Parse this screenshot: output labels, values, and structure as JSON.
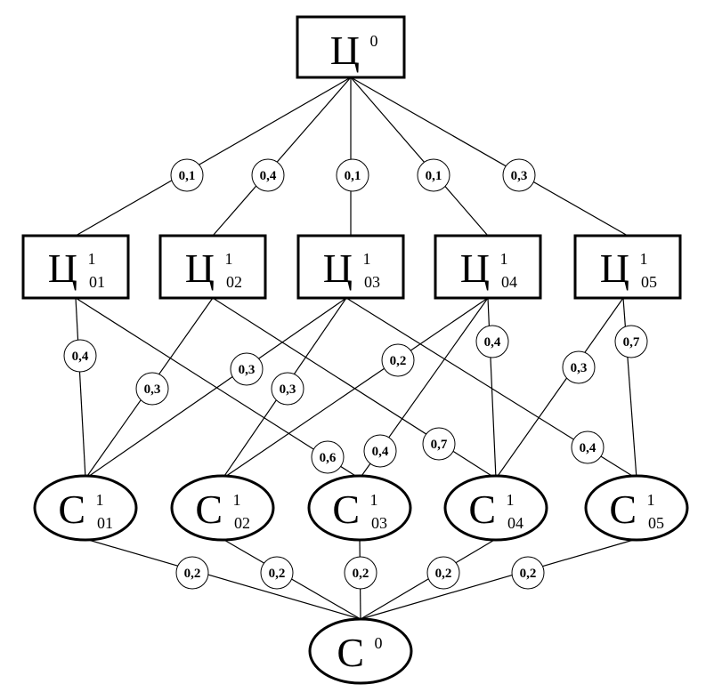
{
  "root_goal": {
    "letter": "Ц",
    "sup": "0",
    "sub": ""
  },
  "goals": [
    {
      "letter": "Ц",
      "sup": "1",
      "sub": "01"
    },
    {
      "letter": "Ц",
      "sup": "1",
      "sub": "02"
    },
    {
      "letter": "Ц",
      "sup": "1",
      "sub": "03"
    },
    {
      "letter": "Ц",
      "sup": "1",
      "sub": "04"
    },
    {
      "letter": "Ц",
      "sup": "1",
      "sub": "05"
    }
  ],
  "means": [
    {
      "letter": "С",
      "sup": "1",
      "sub": "01"
    },
    {
      "letter": "С",
      "sup": "1",
      "sub": "02"
    },
    {
      "letter": "С",
      "sup": "1",
      "sub": "03"
    },
    {
      "letter": "С",
      "sup": "1",
      "sub": "04"
    },
    {
      "letter": "С",
      "sup": "1",
      "sub": "05"
    }
  ],
  "root_means": {
    "letter": "С",
    "sup": "0",
    "sub": ""
  },
  "top_weights": [
    "0,1",
    "0,4",
    "0,1",
    "0,1",
    "0,3"
  ],
  "middle_links": [
    {
      "from": "Ц01",
      "to": "С01",
      "weight": "0,4"
    },
    {
      "from": "Ц01",
      "to": "С03",
      "weight": "0,6"
    },
    {
      "from": "Ц02",
      "to": "С01",
      "weight": "0,3"
    },
    {
      "from": "Ц02",
      "to": "С04",
      "weight": "0,7"
    },
    {
      "from": "Ц03",
      "to": "С01",
      "weight": "0,3"
    },
    {
      "from": "Ц03",
      "to": "С02",
      "weight": "0,3"
    },
    {
      "from": "Ц03",
      "to": "С05",
      "weight": "0,4"
    },
    {
      "from": "Ц04",
      "to": "С02",
      "weight": "0,2"
    },
    {
      "from": "Ц04",
      "to": "С03",
      "weight": "0,4"
    },
    {
      "from": "Ц04",
      "to": "С04",
      "weight": "0,4"
    },
    {
      "from": "Ц05",
      "to": "С04",
      "weight": "0,3"
    },
    {
      "from": "Ц05",
      "to": "С05",
      "weight": "0,7"
    }
  ],
  "bottom_weights": [
    "0,2",
    "0,2",
    "0,2",
    "0,2",
    "0,2"
  ]
}
